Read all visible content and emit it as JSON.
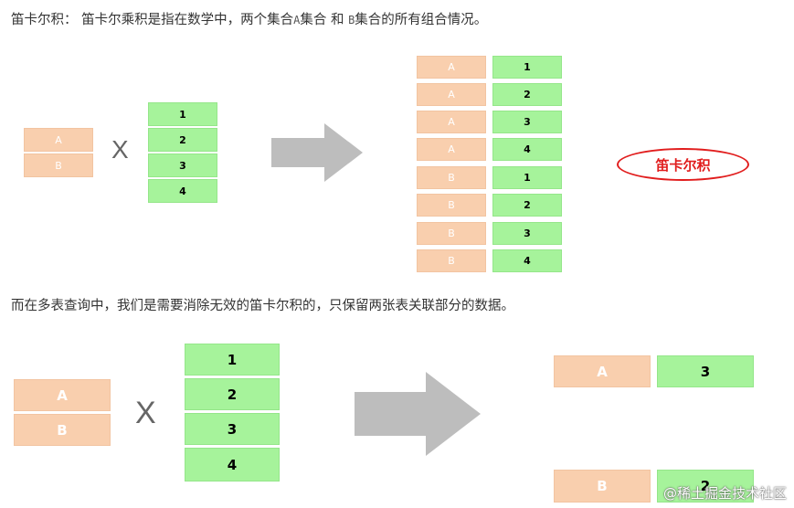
{
  "text": {
    "line1_prefix": "笛卡尔积：  笛卡尔乘积是指在数学中，两个集合",
    "line1_a": "A",
    "line1_mid": "集合 和 ",
    "line1_b": "B",
    "line1_suffix": "集合的所有组合情况。",
    "line2": "而在多表查询中，我们是需要消除无效的笛卡尔积的，只保留两张表关联部分的数据。"
  },
  "diagram1": {
    "setA": [
      "A",
      "B"
    ],
    "setB": [
      "1",
      "2",
      "3",
      "4"
    ],
    "times": "X",
    "result": [
      [
        "A",
        "1"
      ],
      [
        "A",
        "2"
      ],
      [
        "A",
        "3"
      ],
      [
        "A",
        "4"
      ],
      [
        "B",
        "1"
      ],
      [
        "B",
        "2"
      ],
      [
        "B",
        "3"
      ],
      [
        "B",
        "4"
      ]
    ],
    "oval_label": "笛卡尔积"
  },
  "diagram2": {
    "setA": [
      "A",
      "B"
    ],
    "setB": [
      "1",
      "2",
      "3",
      "4"
    ],
    "times": "X",
    "result": [
      [
        "A",
        "3"
      ],
      [
        "B",
        "2"
      ]
    ]
  },
  "watermark": "@稀土掘金技术社区",
  "colors": {
    "peach": "#f9cfae",
    "green": "#a6f39b",
    "arrow": "#bdbdbd",
    "oval": "#e11d1d"
  }
}
